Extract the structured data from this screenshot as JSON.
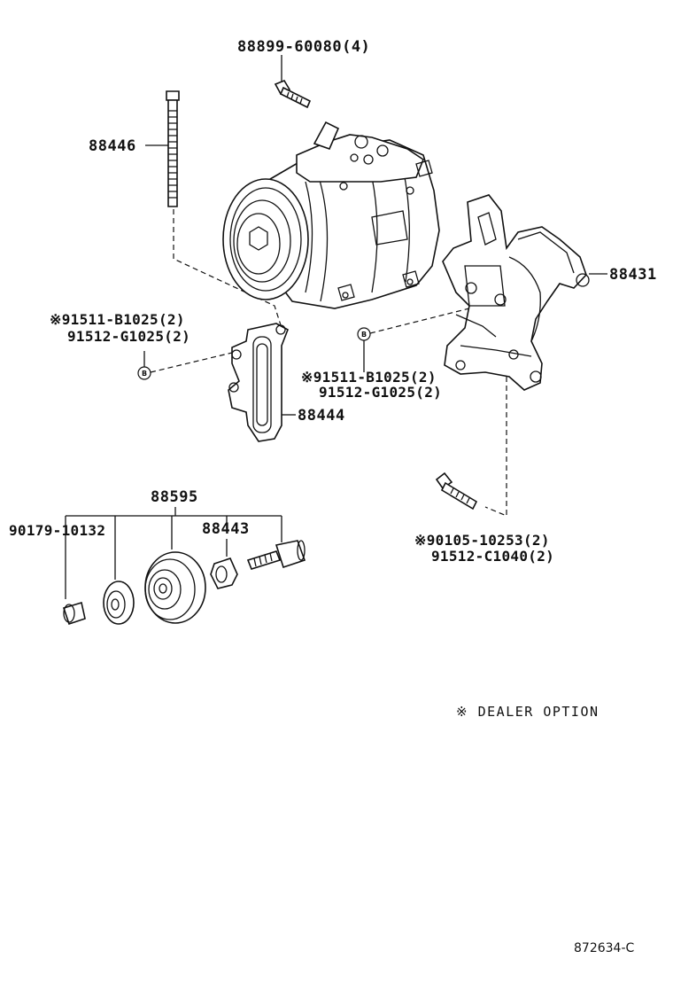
{
  "labels": {
    "bolt_top": "88899-60080(4)",
    "stud": "88446",
    "bracket_right": "88431",
    "dealer_left_1": "※91511-B1025(2)",
    "dealer_left_2": "91512-G1025(2)",
    "dealer_mid_1": "※91511-B1025(2)",
    "dealer_mid_2": "91512-G1025(2)",
    "bracket_mid": "88444",
    "pulley_kit": "88595",
    "bearing": "90179-10132",
    "idler_parts": "88443",
    "dealer_bottom_1": "※90105-10253(2)",
    "dealer_bottom_2": "91512-C1040(2)",
    "b_marker": "B"
  },
  "footer": {
    "dealer_note": "※ DEALER OPTION",
    "diagram_code": "872634-C"
  },
  "colors": {
    "line": "#111111",
    "background": "#ffffff"
  }
}
